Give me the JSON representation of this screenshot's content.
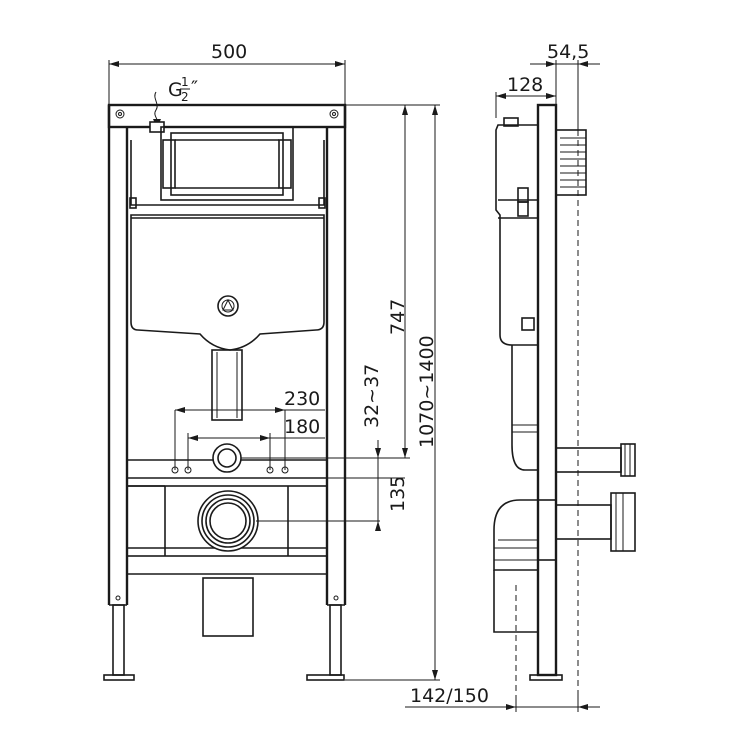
{
  "drawing": {
    "front_view": {
      "width_label": "500",
      "inlet_label": "G",
      "inlet_fraction_num": "1",
      "inlet_fraction_den": "2",
      "inlet_inch_mark": "″",
      "pipe_spacing_outer": "230",
      "pipe_spacing_inner": "180",
      "flush_height": "747",
      "total_height": "1070~1400",
      "drain_height": "32~37",
      "bracket_height": "135"
    },
    "side_view": {
      "tank_depth": "128",
      "plate_depth": "54,5",
      "offset": "142/150"
    }
  }
}
